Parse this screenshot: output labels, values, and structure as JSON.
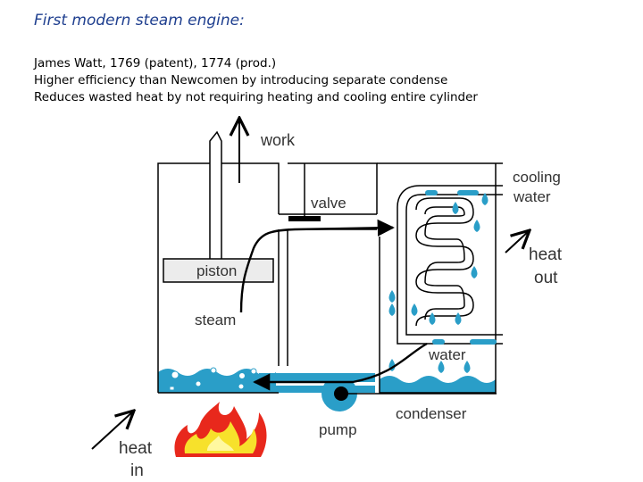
{
  "slide": {
    "title": "First modern steam engine:",
    "lines": [
      "James Watt, 1769 (patent), 1774 (prod.)",
      "Higher efficiency than Newcomen by introducing separate condense",
      "Reduces wasted heat by not requiring heating and cooling entire cylinder"
    ]
  },
  "diagram": {
    "labels": {
      "work": "work",
      "valve": "valve",
      "cooling_1": "cooling",
      "cooling_2": "water",
      "heat_out_1": "heat",
      "heat_out_2": "out",
      "piston": "piston",
      "steam": "steam",
      "water": "water",
      "condenser": "condenser",
      "pump": "pump",
      "heat_in_1": "heat",
      "heat_in_2": "in"
    },
    "colors": {
      "water": "#2a9ec8",
      "drop": "#2a9ec8",
      "flame_outer": "#e8281c",
      "flame_inner": "#f7e12b",
      "piston_fill": "#ececec",
      "line": "#000000"
    }
  }
}
